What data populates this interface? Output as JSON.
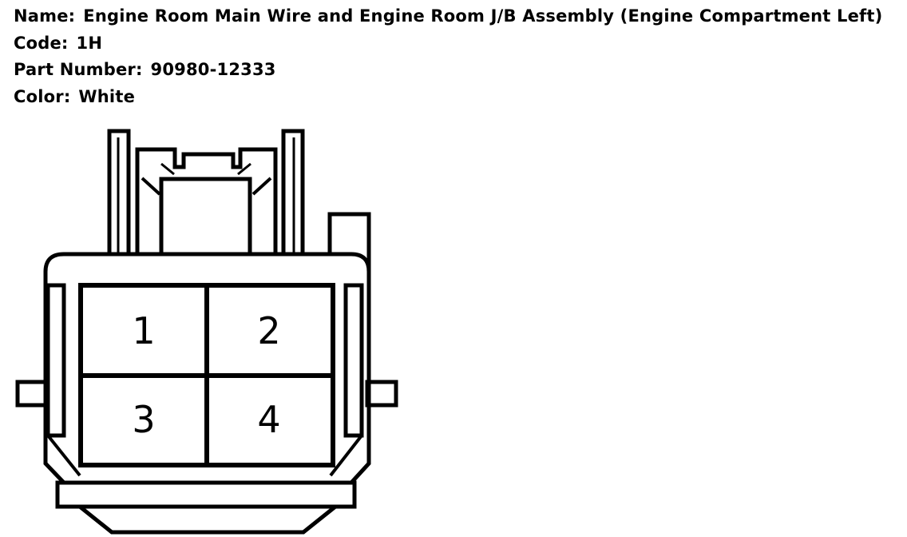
{
  "info": {
    "name_label": "Name:",
    "name_value": "Engine Room Main Wire and Engine Room J/B Assembly (Engine Compartment Left)",
    "code_label": "Code:",
    "code_value": "1H",
    "part_label": "Part Number:",
    "part_value": "90980-12333",
    "color_label": "Color:",
    "color_value": "White"
  },
  "connector": {
    "pins": [
      "1",
      "2",
      "3",
      "4"
    ],
    "stroke_color": "#000000",
    "background": "#ffffff"
  }
}
